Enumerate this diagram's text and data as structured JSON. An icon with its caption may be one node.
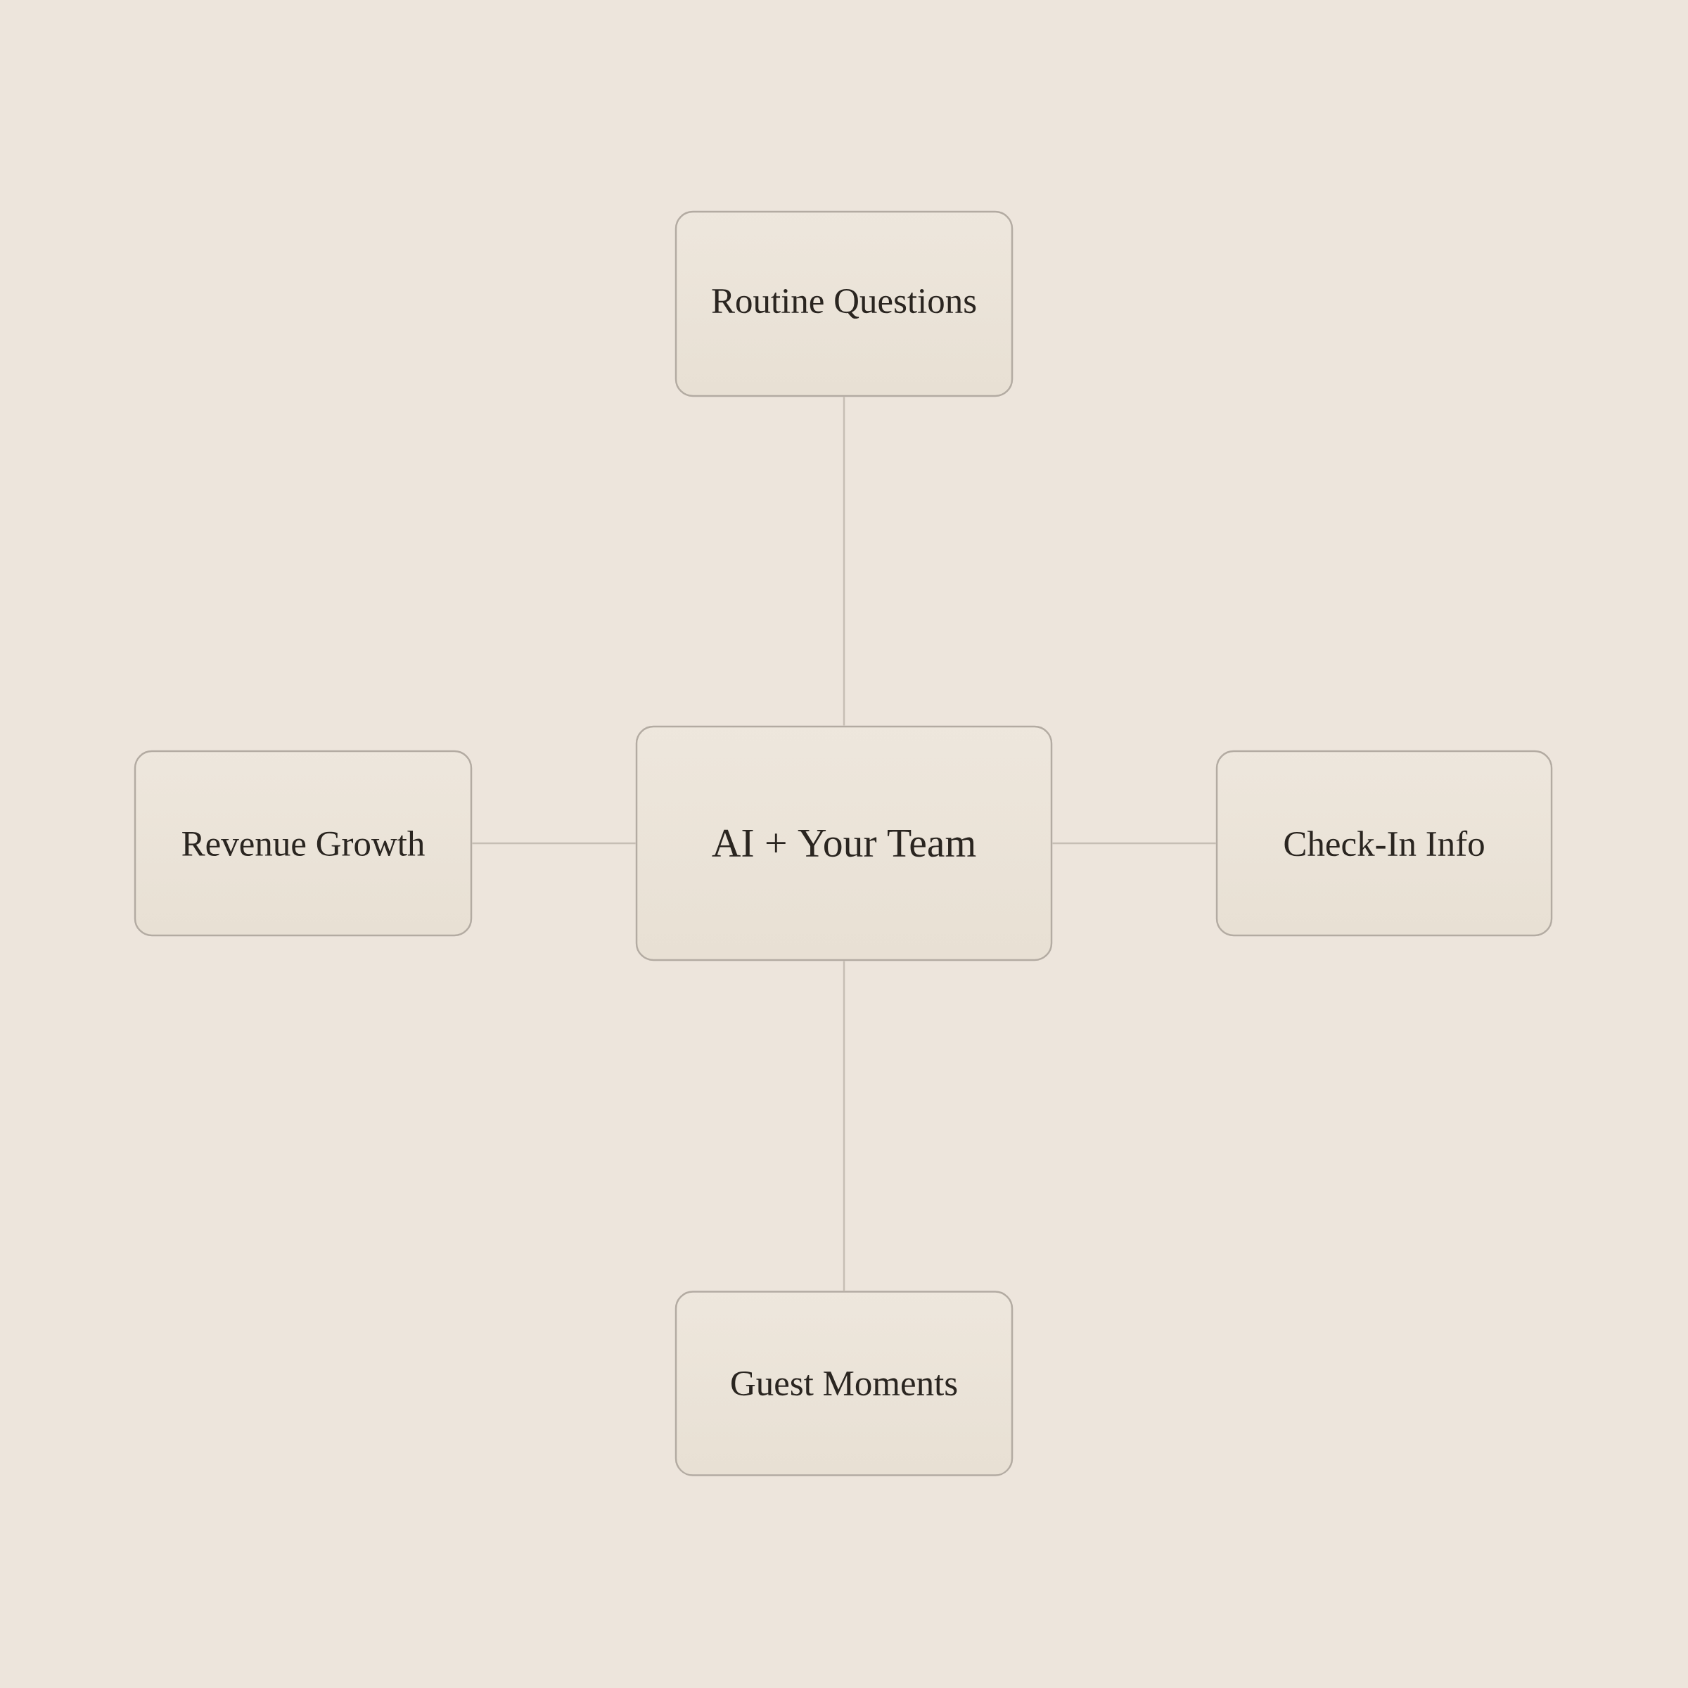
{
  "diagram": {
    "nodes": [
      {
        "text": [
          "Routine Questions"
        ]
      },
      {
        "text": [
          "Revenue Growth"
        ]
      },
      {
        "text": [
          "AI + Your Team"
        ]
      },
      {
        "text": [
          "Check-In Info"
        ]
      },
      {
        "text": [
          "Guest Moments"
        ]
      }
    ],
    "edges": [
      {
        "from": 2,
        "to": 0,
        "arrow": "none"
      },
      {
        "from": 2,
        "to": 1,
        "arrow": "none"
      },
      {
        "from": 2,
        "to": 3,
        "arrow": "none"
      },
      {
        "from": 2,
        "to": 4,
        "arrow": "none"
      }
    ]
  }
}
